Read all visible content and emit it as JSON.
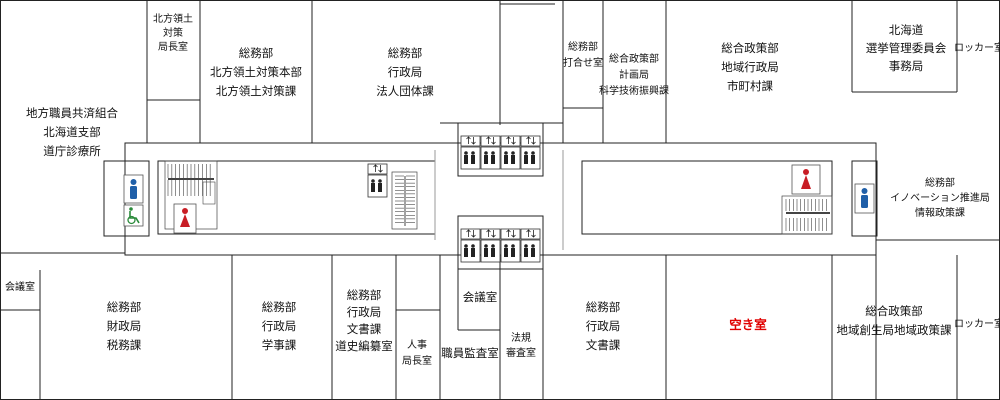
{
  "colors": {
    "line": "#222222",
    "vacant_text": "#e00000",
    "female_icon": "#c81d25",
    "male_icon": "#1f5fa8",
    "accessible_icon": "#2a8a3a"
  },
  "rooms": {
    "chiho_shokuin": [
      "地方職員共済組合",
      "北海道支部",
      "道庁診療所"
    ],
    "hoppo_kyokucho": [
      "北方領土",
      "対策",
      "局長室"
    ],
    "hoppo_taisaku": [
      "総務部",
      "北方領土対策本部",
      "北方領土対策課"
    ],
    "gyosei_hojin": [
      "総務部",
      "行政局",
      "法人団体課"
    ],
    "uchiawase": [
      "総務部",
      "打合せ室"
    ],
    "kagaku_gijutsu": [
      "総合政策部",
      "計画局",
      "科学技術振興課"
    ],
    "shichoson": [
      "総合政策部",
      "地域行政局",
      "市町村課"
    ],
    "senkyo": [
      "北海道",
      "選挙管理委員会",
      "事務局"
    ],
    "locker_top": [
      "ロッカー室"
    ],
    "innovation": [
      "総務部",
      "イノベーション推進局",
      "情報政策課"
    ],
    "kaigi_left": [
      "会議室"
    ],
    "zeimu": [
      "総務部",
      "財政局",
      "税務課"
    ],
    "gakuji": [
      "総務部",
      "行政局",
      "学事課"
    ],
    "bunsho_hensan": [
      "総務部",
      "行政局",
      "文書課",
      "道史編纂室"
    ],
    "jinji": [
      "人事",
      "局長室"
    ],
    "shokuin_kansa": [
      "職員監査室"
    ],
    "kaigi_center": [
      "会議室"
    ],
    "hoki": [
      "法規",
      "審査室"
    ],
    "bunsho": [
      "総務部",
      "行政局",
      "文書課"
    ],
    "vacant": [
      "空き室"
    ],
    "chiiki_sosei": [
      "総合政策部",
      "地域創生局地域政策課"
    ],
    "locker_bottom": [
      "ロッカー室"
    ]
  },
  "icons": [
    "elevator-icon",
    "stairs-icon",
    "toilet-male-icon",
    "toilet-female-icon",
    "accessible-toilet-icon"
  ]
}
